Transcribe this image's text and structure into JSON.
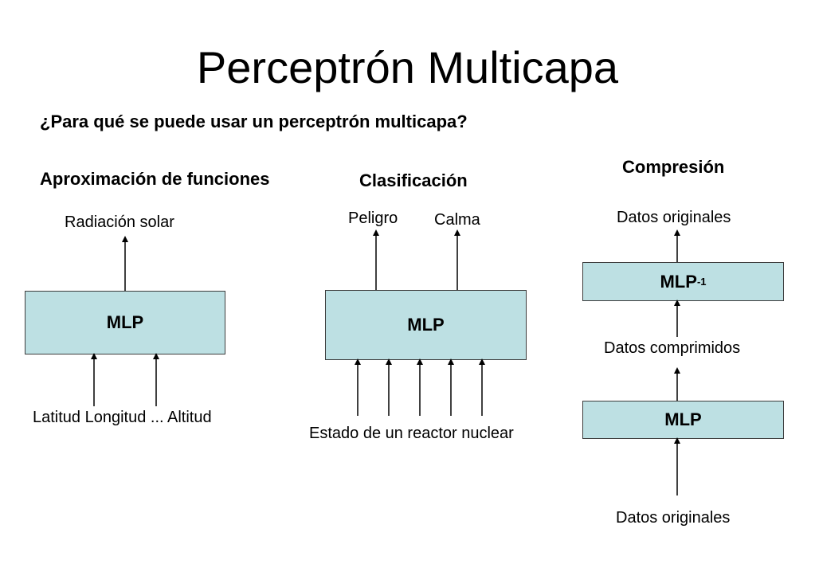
{
  "title": "Perceptrón Multicapa",
  "question": "¿Para qué se puede usar un perceptrón multicapa?",
  "sections": {
    "approximation": {
      "heading": "Aproximación de funciones",
      "output": "Radiación solar",
      "box": "MLP",
      "inputs": "Latitud Longitud ... Altitud"
    },
    "classification": {
      "heading": "Clasificación",
      "output_1": "Peligro",
      "output_2": "Calma",
      "box": "MLP",
      "inputs": "Estado de un reactor nuclear"
    },
    "compression": {
      "heading": "Compresión",
      "top_output": "Datos originales",
      "inverse_box": "MLP",
      "inverse_superscript": "-1",
      "middle": "Datos comprimidos",
      "box": "MLP",
      "bottom_input": "Datos originales"
    }
  }
}
